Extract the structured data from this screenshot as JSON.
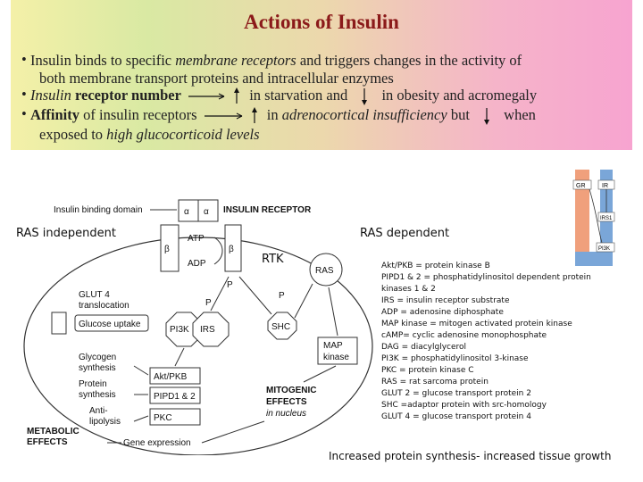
{
  "slide": {
    "title": "Actions of Insulin",
    "bullet1_a": "Insulin binds to specific ",
    "bullet1_b": "membrane receptors",
    "bullet1_c": " and triggers changes in the activity of",
    "bullet1_line2": "both membrane transport proteins and intracellular enzymes",
    "bullet2_a": "Insulin ",
    "bullet2_b": "receptor number",
    "bullet2_c": "in starvation and",
    "bullet2_d": "in obesity and acromegaly",
    "bullet3_a": "Affinity",
    "bullet3_b": " of insulin receptors",
    "bullet3_c": "in ",
    "bullet3_d": "adrenocortical insufficiency",
    "bullet3_e": " but",
    "bullet3_f": "when",
    "bullet3_line2_a": "exposed to ",
    "bullet3_line2_b": "high glucocorticoid levels"
  },
  "labels": {
    "ras_independent": "RAS independent",
    "ras_dependent": "RAS dependent",
    "rtk": "RTK"
  },
  "diagram": {
    "insulin_binding_domain": "Insulin binding domain",
    "alpha": "α",
    "beta": "β",
    "insulin_receptor": "INSULIN RECEPTOR",
    "atp": "ATP",
    "adp": "ADP",
    "p": "P",
    "ras": "RAS",
    "glut4_1": "GLUT 4",
    "glut4_2": "translocation",
    "glucose_uptake": "Glucose uptake",
    "pi3k": "PI3K",
    "irs": "IRS",
    "shc": "SHC",
    "map_1": "MAP",
    "map_2": "kinase",
    "glycogen_1": "Glycogen",
    "glycogen_2": "synthesis",
    "protein_1": "Protein",
    "protein_2": "synthesis",
    "antilipolysis_1": "Anti-",
    "antilipolysis_2": "lipolysis",
    "akt": "Akt/PKB",
    "pipd": "PIPD1 & 2",
    "pkc": "PKC",
    "mitogenic_1": "MITOGENIC",
    "mitogenic_2": "EFFECTS",
    "mitogenic_3": "in nucleus",
    "metabolic_1": "METABOLIC",
    "metabolic_2": "EFFECTS",
    "gene_expression": "Gene expression"
  },
  "inset": {
    "gr": "GR",
    "ir": "IR",
    "irs1": "IRS1",
    "pi3k": "PI3K"
  },
  "abbreviations": [
    "Akt/PKB = protein kinase B",
    "PIPD1 & 2 = phosphatidylinositol dependent protein",
    "kinases 1 & 2",
    "IRS = insulin receptor substrate",
    "ADP = adenosine diphosphate",
    "MAP kinase = mitogen activated protein kinase",
    "cAMP= cyclic adenosine monophosphate",
    "DAG = diacylglycerol",
    "PI3K = phosphatidylinositol 3-kinase",
    "PKC = protein kinase C",
    "RAS = rat sarcoma protein",
    "GLUT 2 = glucose transport protein 2",
    "SHC =adaptor protein with src-homology",
    "GLUT 4 = glucose transport protein 4"
  ],
  "footer": "Increased protein synthesis- increased tissue growth",
  "colors": {
    "title": "#8b1a1a",
    "inset_orange": "#f0a07c",
    "inset_blue": "#7aa6d8"
  }
}
